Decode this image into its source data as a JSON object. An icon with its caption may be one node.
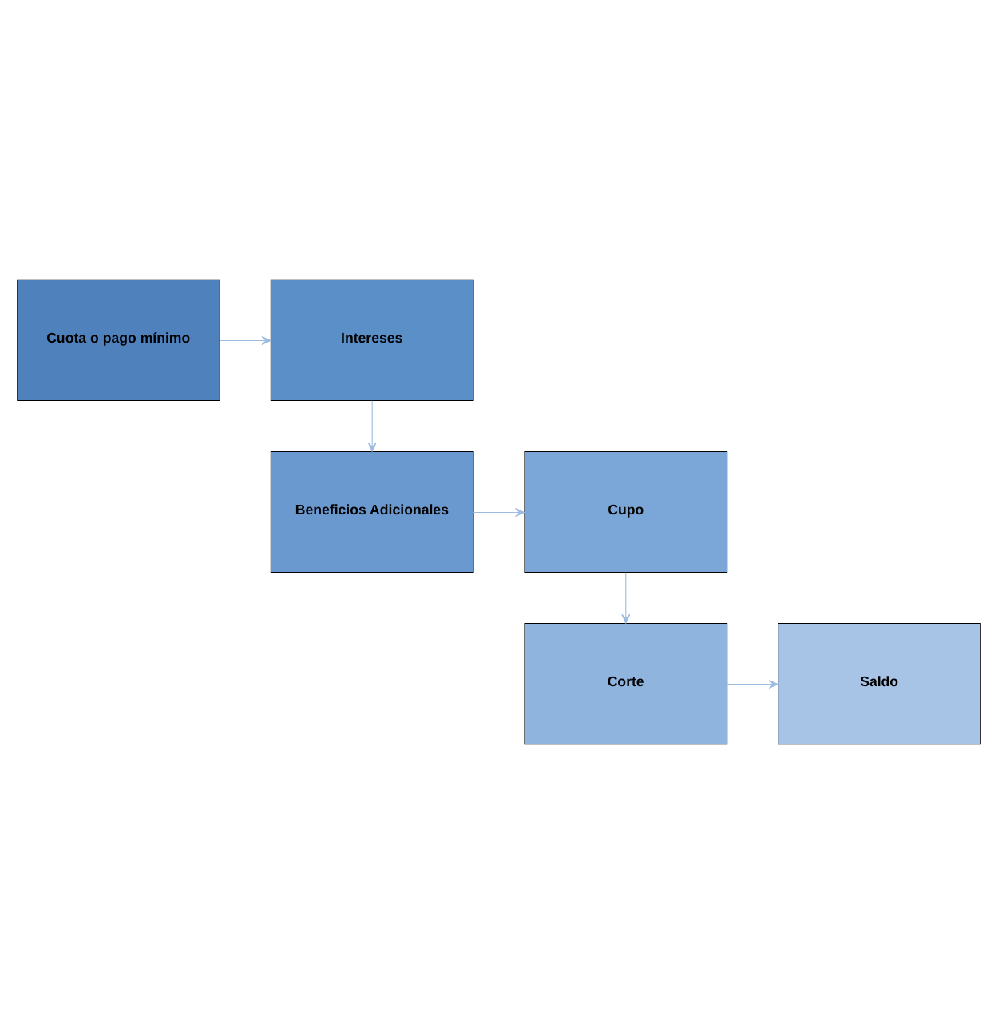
{
  "diagram": {
    "nodes": [
      {
        "text": [
          "Cuota o pago mínimo"
        ]
      },
      {
        "text": [
          "Intereses"
        ]
      },
      {
        "text": [
          "Beneficios Adicionales"
        ]
      },
      {
        "text": [
          "Cupo"
        ]
      },
      {
        "text": [
          "Corte"
        ]
      },
      {
        "text": [
          "Saldo"
        ]
      }
    ],
    "edges": [
      {
        "from": 0,
        "to": 1,
        "arrow": "to"
      },
      {
        "from": 1,
        "to": 2,
        "arrow": "to"
      },
      {
        "from": 2,
        "to": 3,
        "arrow": "to"
      },
      {
        "from": 3,
        "to": 4,
        "arrow": "to"
      },
      {
        "from": 4,
        "to": 5,
        "arrow": "to"
      }
    ]
  }
}
